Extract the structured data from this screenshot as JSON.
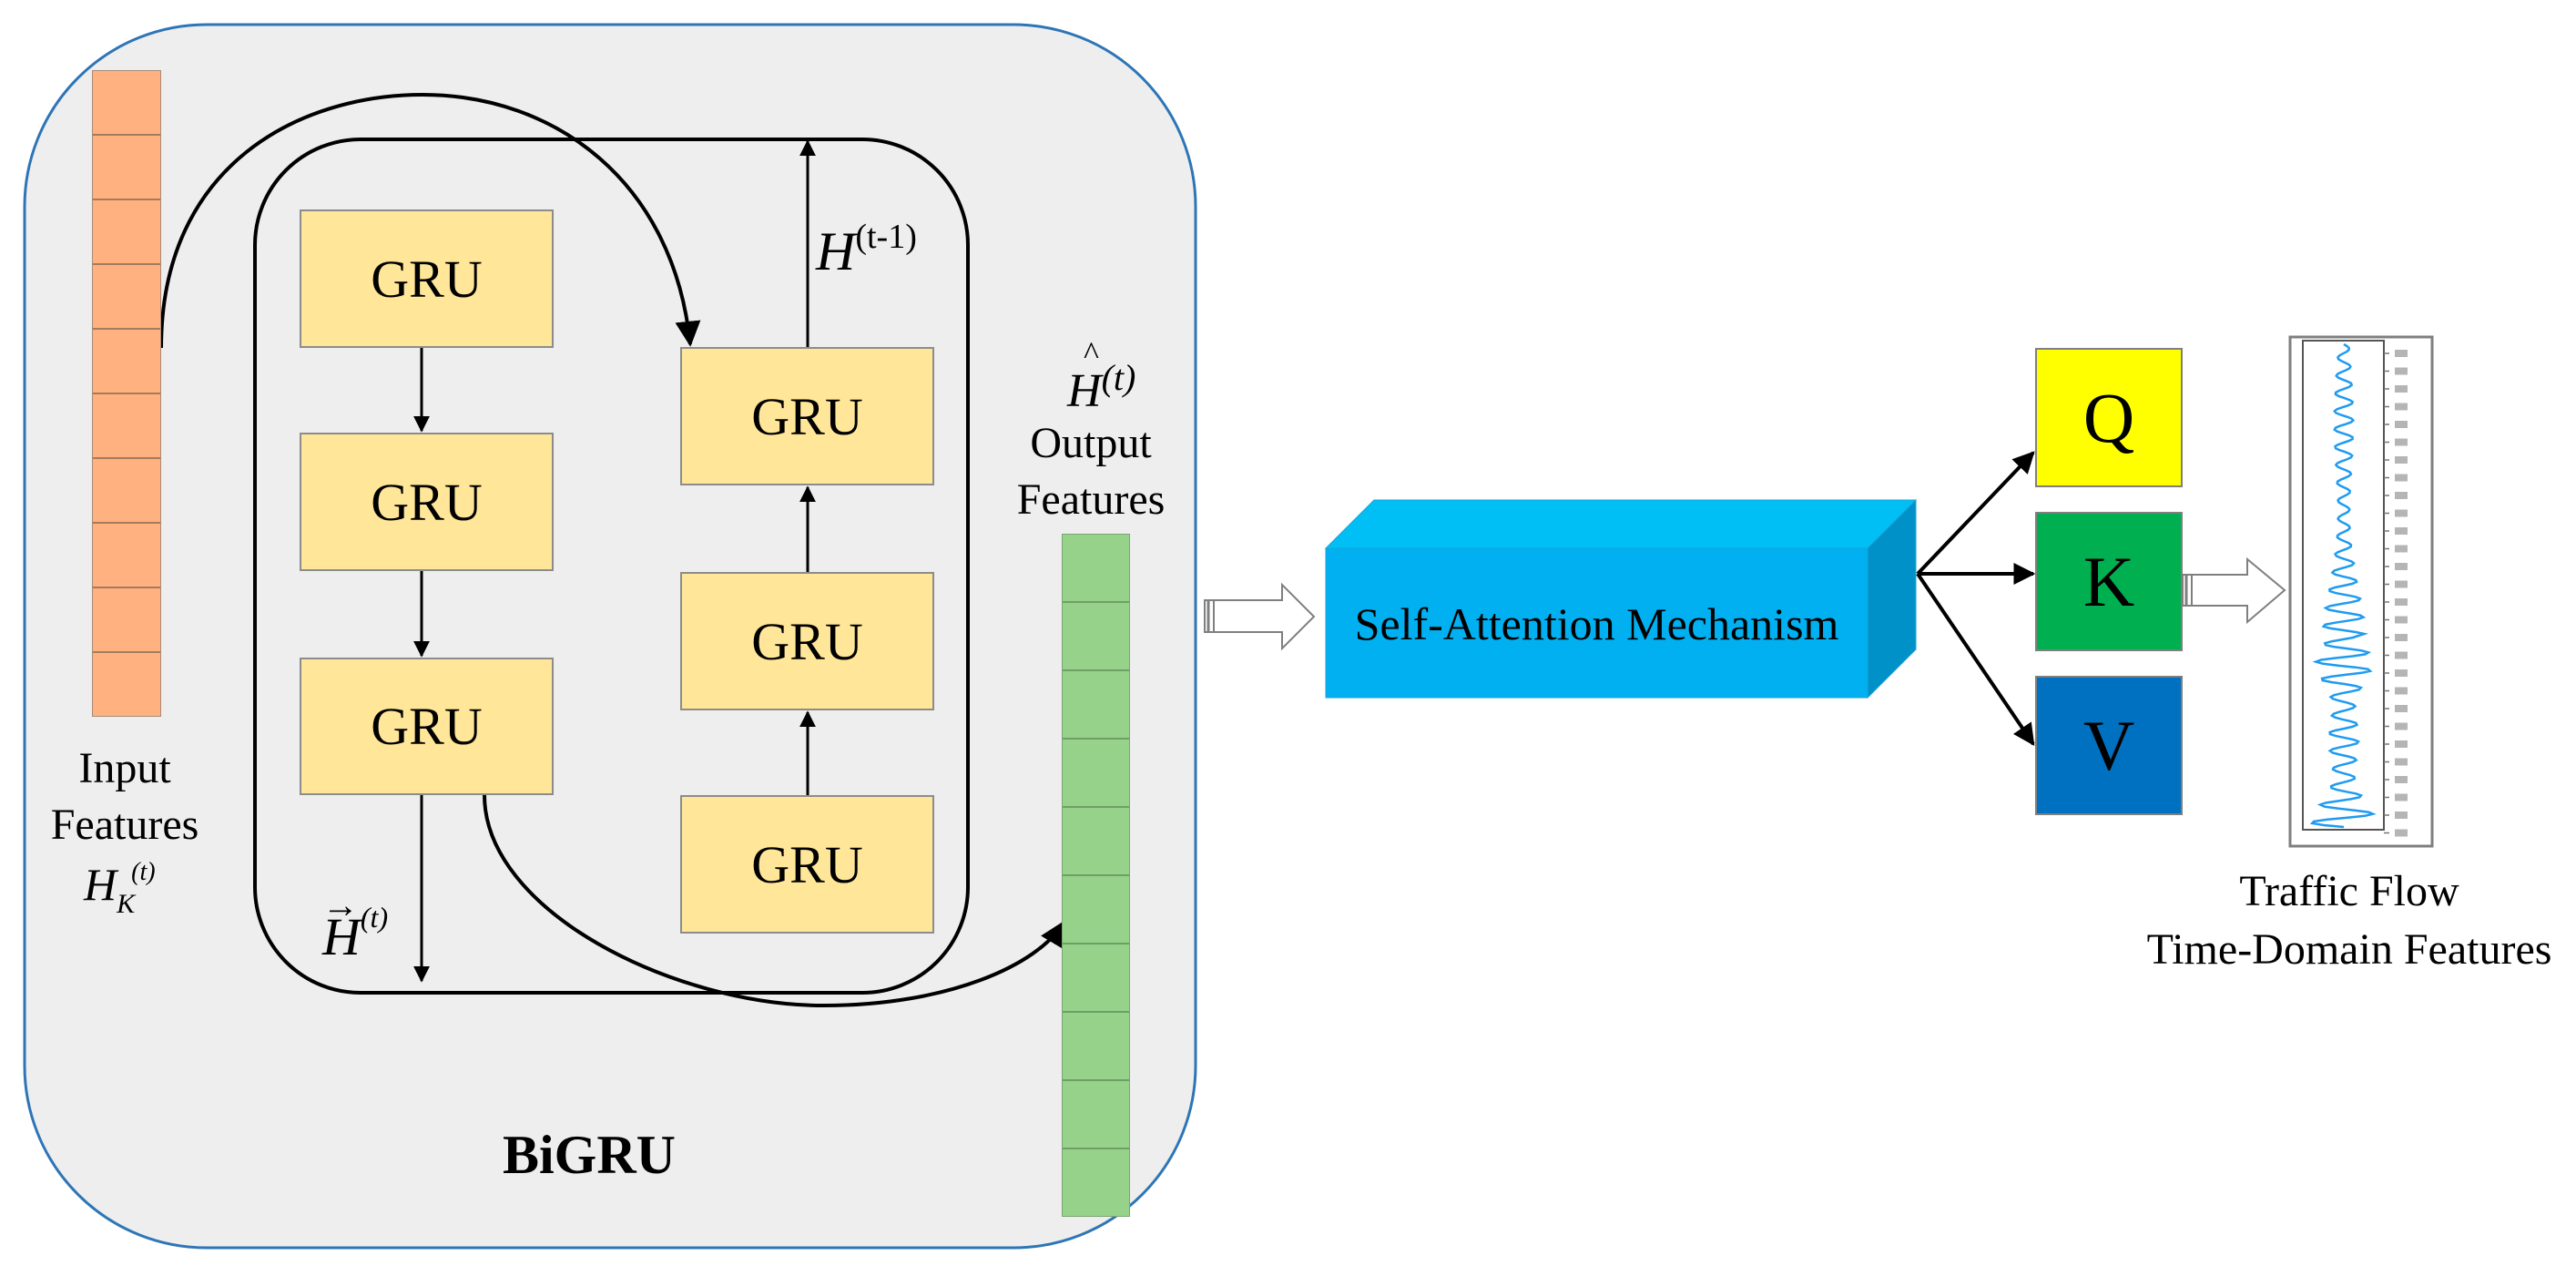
{
  "bigru_panel": {
    "title": "BiGRU",
    "colors": {
      "panel_fill": "#eeeeee",
      "panel_border": "#2e75b6",
      "gru_fill": "#ffe699",
      "input_fill": "#ffb27f",
      "output_fill": "#96d28a"
    },
    "input": {
      "line1": "Input",
      "line2": "Features",
      "symbol": "H",
      "subscript": "K",
      "superscript": "(t)",
      "cells": 10
    },
    "output": {
      "line1": "Output",
      "line2": "Features",
      "symbol": "H",
      "hat": "^",
      "superscript": "(t)",
      "cells": 10
    },
    "forward_column": [
      "GRU",
      "GRU",
      "GRU"
    ],
    "backward_column": [
      "GRU",
      "GRU",
      "GRU"
    ],
    "forward_state": {
      "symbol": "H",
      "arrow": "→",
      "superscript": "(t)"
    },
    "previous_state": {
      "symbol": "H",
      "superscript": "(t-1)"
    }
  },
  "attention": {
    "label": "Self-Attention Mechanism",
    "colors": {
      "front": "#00b0f0",
      "top": "#00bff5",
      "side": "#0091c9"
    }
  },
  "qkv": [
    {
      "label": "Q",
      "color": "#ffff00"
    },
    {
      "label": "K",
      "color": "#00b050"
    },
    {
      "label": "V",
      "color": "#0070c0"
    }
  ],
  "output_panel": {
    "line1": "Traffic Flow",
    "line2": "Time-Domain Features",
    "series_color": "#1e9bf0"
  }
}
